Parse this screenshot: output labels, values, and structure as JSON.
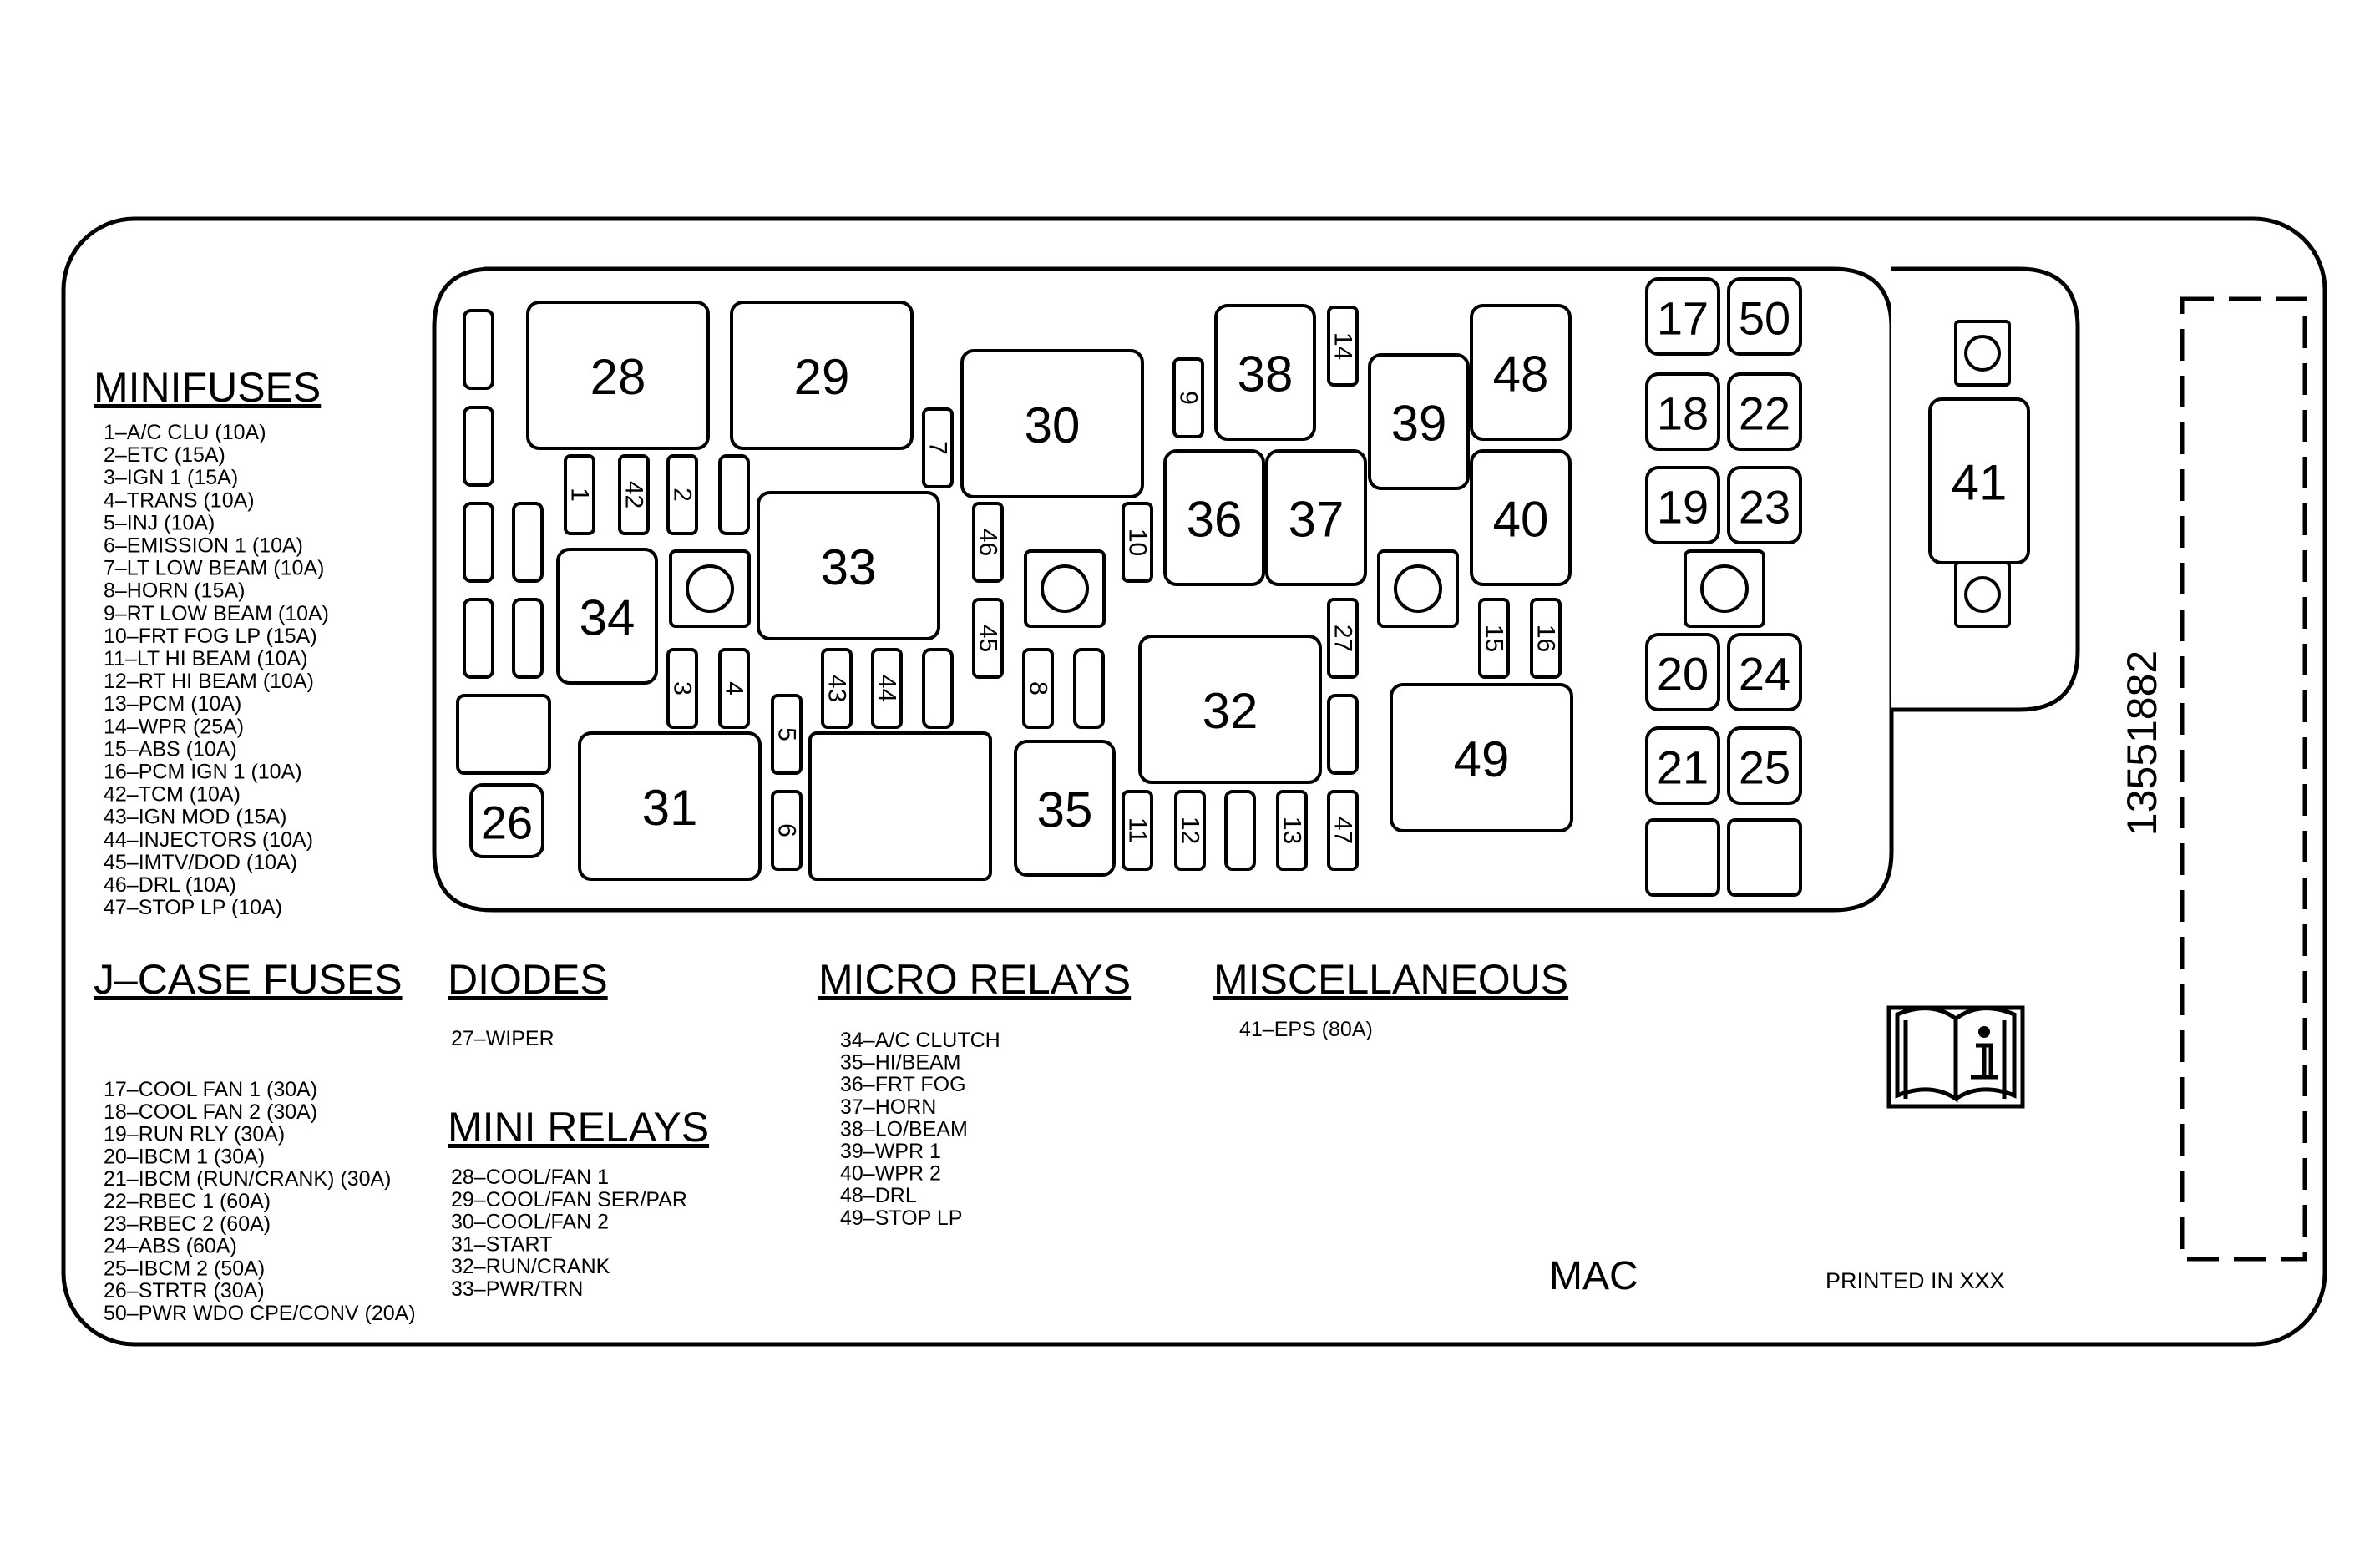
{
  "part_number": "13551882",
  "manufacturer_code": "MAC",
  "printed_in": "PRINTED IN XXX",
  "icon": "owner-manual-info-icon",
  "sections": {
    "minifuses": {
      "title": "MINIFUSES",
      "items": [
        "1–A/C CLU (10A)",
        "2–ETC (15A)",
        "3–IGN 1 (15A)",
        "4–TRANS (10A)",
        "5–INJ (10A)",
        "6–EMISSION 1 (10A)",
        "7–LT LOW BEAM (10A)",
        "8–HORN (15A)",
        "9–RT LOW BEAM (10A)",
        "10–FRT FOG LP (15A)",
        "11–LT HI BEAM (10A)",
        "12–RT HI BEAM (10A)",
        "13–PCM (10A)",
        "14–WPR (25A)",
        "15–ABS (10A)",
        "16–PCM IGN 1 (10A)",
        "42–TCM (10A)",
        "43–IGN MOD (15A)",
        "44–INJECTORS (10A)",
        "45–IMTV/DOD (10A)",
        "46–DRL (10A)",
        "47–STOP LP (10A)"
      ]
    },
    "jcase": {
      "title": "J–CASE FUSES",
      "items": [
        "17–COOL FAN 1 (30A)",
        "18–COOL FAN 2 (30A)",
        "19–RUN RLY (30A)",
        "20–IBCM 1 (30A)",
        "21–IBCM (RUN/CRANK) (30A)",
        "22–RBEC 1 (60A)",
        "23–RBEC 2 (60A)",
        "24–ABS (60A)",
        "25–IBCM 2 (50A)",
        "26–STRTR (30A)",
        "50–PWR WDO CPE/CONV (20A)"
      ]
    },
    "diodes": {
      "title": "DIODES",
      "items": [
        "27–WIPER"
      ]
    },
    "mini_relays": {
      "title": "MINI RELAYS",
      "items": [
        "28–COOL/FAN 1",
        "29–COOL/FAN SER/PAR",
        "30–COOL/FAN 2",
        "31–START",
        "32–RUN/CRANK",
        "33–PWR/TRN"
      ]
    },
    "micro_relays": {
      "title": "MICRO RELAYS",
      "items": [
        "34–A/C CLUTCH",
        "35–HI/BEAM",
        "36–FRT FOG",
        "37–HORN",
        "38–LO/BEAM",
        "39–WPR 1",
        "40–WPR 2",
        "48–DRL",
        "49–STOP LP"
      ]
    },
    "miscellaneous": {
      "title": "MISCELLANEOUS",
      "items": [
        "41–EPS (80A)"
      ]
    }
  },
  "components": [
    {
      "label": "28"
    },
    {
      "label": "29"
    },
    {
      "label": "30"
    },
    {
      "label": "31"
    },
    {
      "label": "32"
    },
    {
      "label": "33"
    },
    {
      "label": "34"
    },
    {
      "label": "35"
    },
    {
      "label": "36"
    },
    {
      "label": "37"
    },
    {
      "label": "38"
    },
    {
      "label": "39"
    },
    {
      "label": "40"
    },
    {
      "label": "48"
    },
    {
      "label": "49"
    },
    {
      "label": "26"
    },
    {
      "label": "41"
    },
    {
      "label": "17"
    },
    {
      "label": "50"
    },
    {
      "label": "18"
    },
    {
      "label": "22"
    },
    {
      "label": "19"
    },
    {
      "label": "23"
    },
    {
      "label": "20"
    },
    {
      "label": "24"
    },
    {
      "label": "21"
    },
    {
      "label": "25"
    },
    {
      "label": "1"
    },
    {
      "label": "42"
    },
    {
      "label": "2"
    },
    {
      "label": "3"
    },
    {
      "label": "4"
    },
    {
      "label": "43"
    },
    {
      "label": "44"
    },
    {
      "label": "5"
    },
    {
      "label": "6"
    },
    {
      "label": "7"
    },
    {
      "label": "46"
    },
    {
      "label": "45"
    },
    {
      "label": "8"
    },
    {
      "label": "9"
    },
    {
      "label": "10"
    },
    {
      "label": "14"
    },
    {
      "label": "27"
    },
    {
      "label": "15"
    },
    {
      "label": "16"
    },
    {
      "label": "11"
    },
    {
      "label": "12"
    },
    {
      "label": "13"
    },
    {
      "label": "47"
    }
  ]
}
